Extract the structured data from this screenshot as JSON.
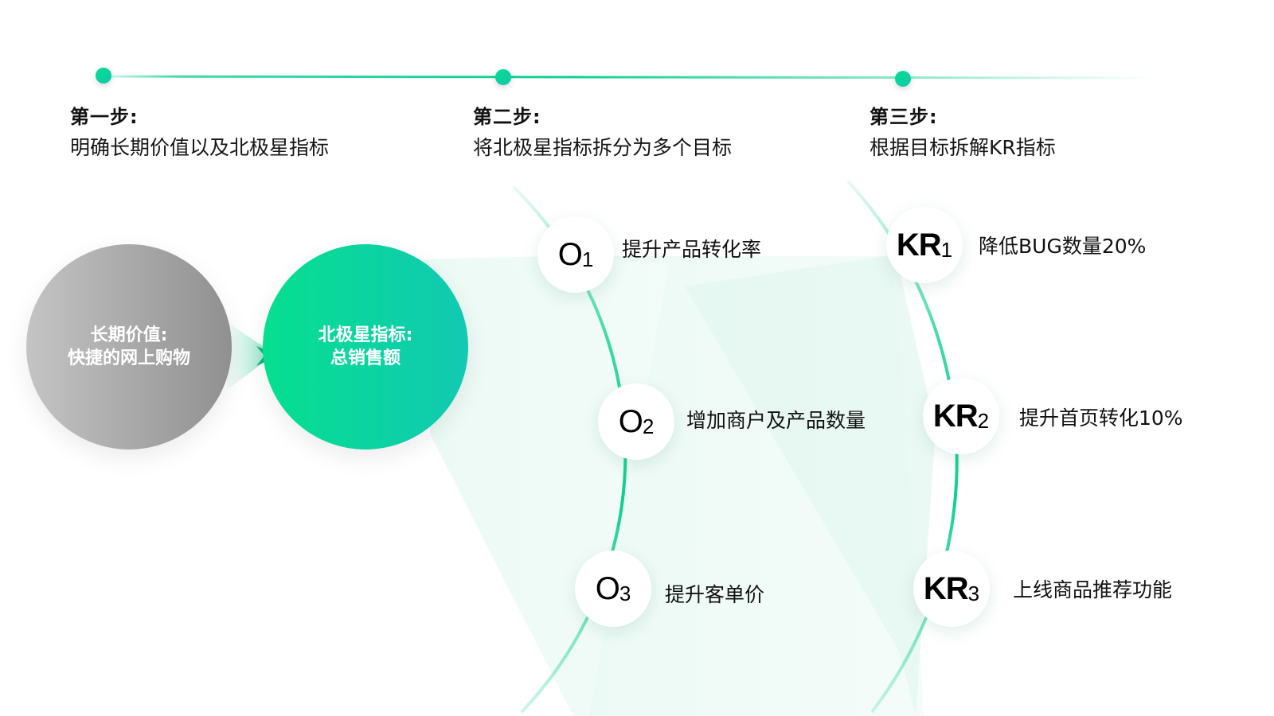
{
  "colors": {
    "accent": "#0fd08f",
    "accent_teal": "#12c9b2",
    "gray_start": "#c4c4c4",
    "gray_end": "#909090",
    "fan_fill": "#e6f7f1"
  },
  "steps": [
    {
      "title": "第一步:",
      "description": "明确长期价值以及北极星指标"
    },
    {
      "title": "第二步:",
      "description": "将北极星指标拆分为多个目标"
    },
    {
      "title": "第三步:",
      "description": "根据目标拆解KR指标"
    }
  ],
  "long_term_value": {
    "line1": "长期价值:",
    "line2": "快捷的网上购物"
  },
  "north_star": {
    "line1": "北极星指标:",
    "line2": "总销售额"
  },
  "objectives": [
    {
      "main": "O",
      "sub": "1",
      "label": "提升产品转化率"
    },
    {
      "main": "O",
      "sub": "2",
      "label": "增加商户及产品数量"
    },
    {
      "main": "O",
      "sub": "3",
      "label": "提升客单价"
    }
  ],
  "key_results": [
    {
      "main": "KR",
      "sub": "1",
      "label": "降低BUG数量20%"
    },
    {
      "main": "KR",
      "sub": "2",
      "label": "提升首页转化10%"
    },
    {
      "main": "KR",
      "sub": "3",
      "label": "上线商品推荐功能"
    }
  ]
}
